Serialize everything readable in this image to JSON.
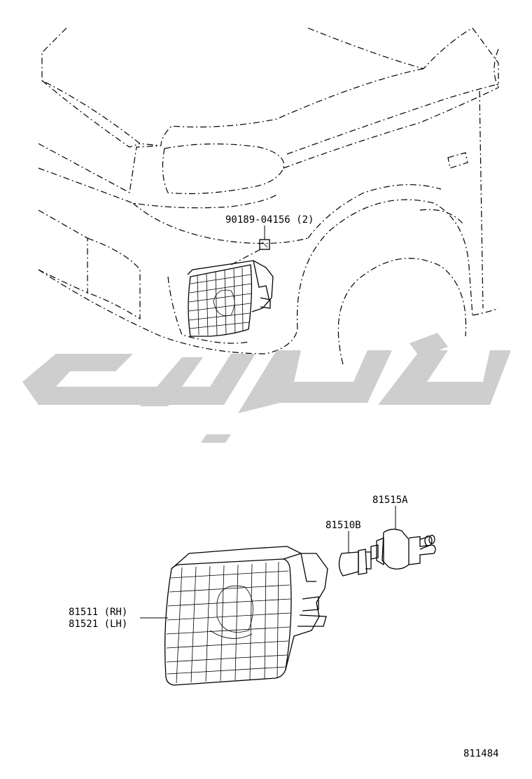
{
  "callouts": {
    "clip": "90189-04156 (2)",
    "socket": "81515A",
    "bulb": "81510B",
    "lamp_rh": "81511 (RH)",
    "lamp_lh": "81521 (LH)"
  },
  "illustration_number": "811484",
  "watermark_alt": "site logo watermark (Persian lettering)"
}
